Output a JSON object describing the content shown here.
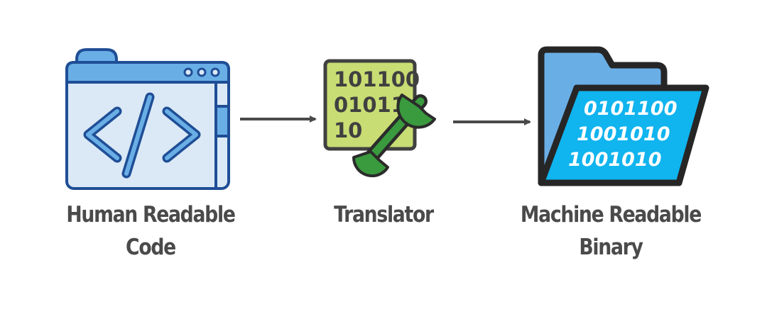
{
  "nodes": {
    "human_code": {
      "label_line1": "Human Readable",
      "label_line2": "Code",
      "icon": "browser-code-icon"
    },
    "translator": {
      "label": "Translator",
      "icon": "binary-wrench-icon",
      "binary_lines": [
        "101100",
        "01011",
        "10"
      ]
    },
    "machine_binary": {
      "label_line1": "Machine Readable",
      "label_line2": "Binary",
      "icon": "binary-folder-icon",
      "binary_lines": [
        "0101100",
        "1001010",
        "1001010"
      ]
    }
  },
  "colors": {
    "text": "#4a4a4a",
    "arrow": "#4a4a4a",
    "browser_outline": "#1f4e96",
    "browser_fill": "#dbe9f6",
    "browser_header": "#6aaee6",
    "translator_fill": "#c8dd73",
    "translator_outline": "#404040",
    "wrench": "#3a9a3e",
    "folder_back": "#6aaee6",
    "folder_front": "#10b4ee",
    "folder_outline": "#262626"
  }
}
